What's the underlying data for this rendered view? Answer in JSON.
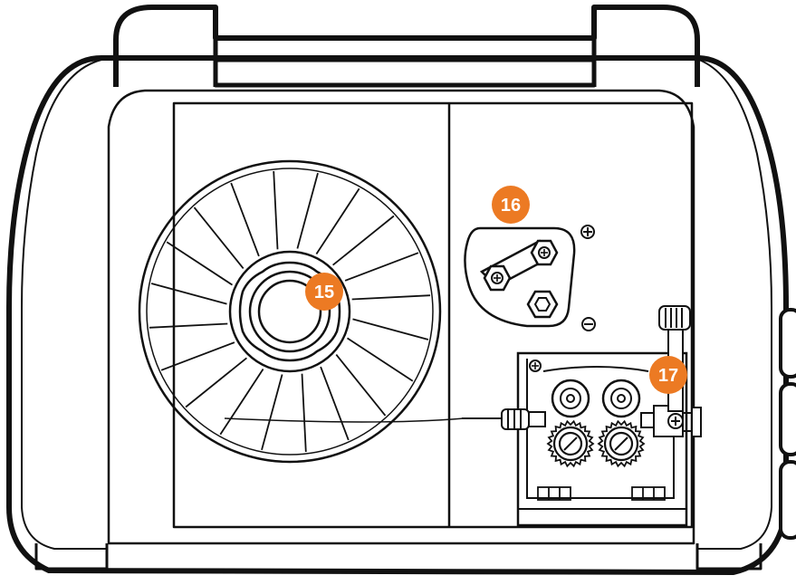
{
  "colors": {
    "outline": "#111111",
    "background": "#ffffff",
    "callout": "#ec7a23",
    "callout_text": "#ffffff"
  },
  "callouts": {
    "spool": {
      "label": "15"
    },
    "polarity": {
      "label": "16"
    },
    "feeder": {
      "label": "17"
    }
  },
  "icons": {
    "plus": "plus-terminal-icon",
    "minus": "minus-terminal-icon"
  }
}
